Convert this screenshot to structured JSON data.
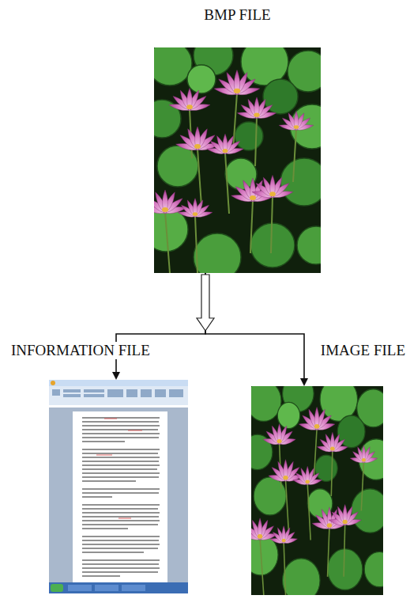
{
  "diagram": {
    "nodes": [
      {
        "text": [
          "BMP FILE"
        ]
      },
      {
        "text": [
          "INFORMATION FILE"
        ]
      },
      {
        "text": [
          "IMAGE FILE"
        ]
      }
    ],
    "edges": [
      {
        "from": 0,
        "to": 1,
        "arrow": "to"
      },
      {
        "from": 0,
        "to": 2,
        "arrow": "to"
      }
    ]
  }
}
